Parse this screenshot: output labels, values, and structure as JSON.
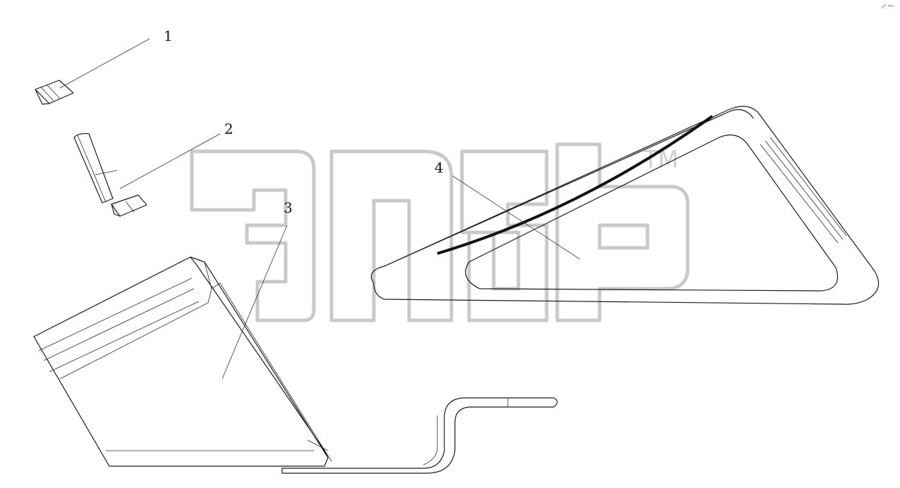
{
  "callouts": {
    "item1": "1",
    "item2": "2",
    "item3": "3",
    "item4": "4"
  },
  "watermark": {
    "brand_mark": "ЭПЕЬ",
    "tm": "TM"
  },
  "corner_mark": "₀° ⁰⁰⁰"
}
